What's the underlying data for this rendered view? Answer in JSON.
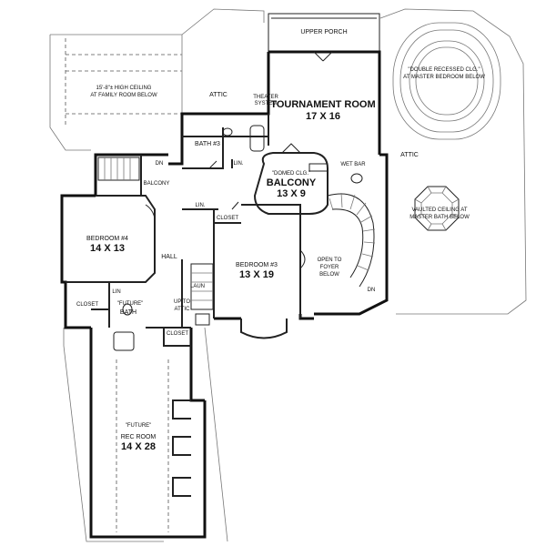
{
  "rooms": {
    "upper_porch": "UPPER PORCH",
    "tournament_room": {
      "name": "TOURNAMENT ROOM",
      "size": "17 X 16"
    },
    "theater_system": [
      "THEATER",
      "SYSTEM"
    ],
    "attic_top": "ATTIC",
    "attic_right": "ATTIC",
    "bath3": "BATH #3",
    "lin_bath": "LIN.",
    "lin_hall": "LIN.",
    "lin_small": "LIN",
    "dn_stair": "DN",
    "dn_spiral": "DN",
    "balcony_left": "BALCONY",
    "balcony_main": {
      "note": "\"DOMED CLG.\"",
      "name": "BALCONY",
      "size": "13 X 9"
    },
    "wet_bar": "WET BAR",
    "bedroom4": {
      "name": "BEDROOM #4",
      "size": "14 X 13"
    },
    "hall": "HALL",
    "closet_b3": "CLOSET",
    "bedroom3": {
      "name": "BEDROOM #3",
      "size": "13 X 19"
    },
    "open_to_foyer": [
      "OPEN TO",
      "FOYER",
      "BELOW"
    ],
    "laun": "LAUN",
    "up_to_attic": [
      "UP TO",
      "ATTIC"
    ],
    "closet_left": "CLOSET",
    "future_bath": {
      "note": "\"FUTURE\"",
      "name": "BATH"
    },
    "closet_rec": "CLOSET",
    "rec_room": {
      "note": "\"FUTURE\"",
      "name": "REC ROOM",
      "size": "14 X 28"
    }
  },
  "notes": {
    "family_room_ceiling": [
      "15'-8\"± HIGH CEILING",
      "AT FAMILY ROOM BELOW"
    ],
    "master_bedroom_ceiling": [
      "\"DOUBLE RECESSED CLG.\"",
      "AT MASTER BEDROOM BELOW"
    ],
    "master_bath_ceiling": [
      "VAULTED CEILING AT",
      "MASTER BATH BELOW"
    ]
  }
}
